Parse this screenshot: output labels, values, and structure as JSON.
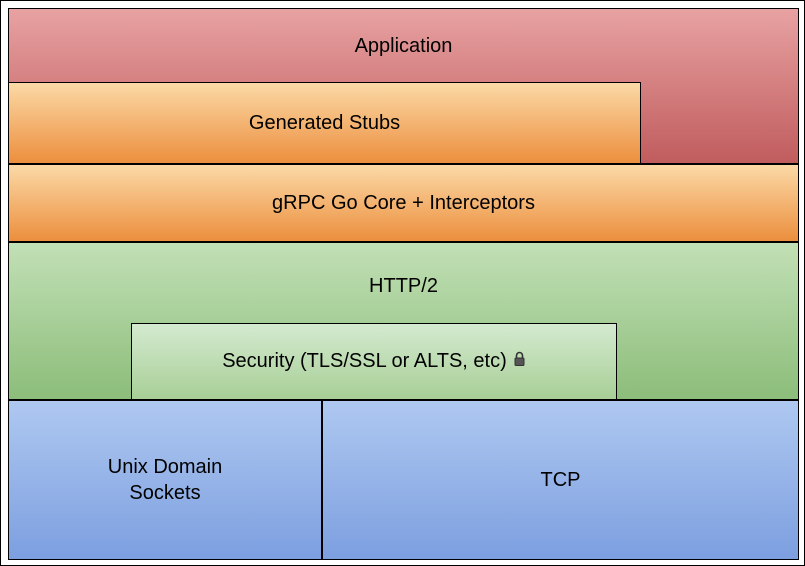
{
  "diagram": {
    "layers": {
      "application": {
        "label": "Application"
      },
      "generated_stubs": {
        "label": "Generated Stubs"
      },
      "grpc_core": {
        "label": "gRPC Go Core + Interceptors"
      },
      "http2": {
        "label": "HTTP/2"
      },
      "security": {
        "label": "Security (TLS/SSL or ALTS, etc)",
        "icon": "lock-icon"
      },
      "unix_domain_sockets": {
        "label": "Unix Domain Sockets"
      },
      "tcp": {
        "label": "TCP"
      }
    },
    "colors": {
      "border": "#000000",
      "red_top": "#e8a2a2",
      "red_bottom": "#c05c5e",
      "orange_top": "#fbd9a6",
      "orange_bottom": "#ec8f3e",
      "green_top": "#c2e0b6",
      "green_bottom": "#8cbd7a",
      "green_light_top": "#d4ead0",
      "green_light_bottom": "#a8cf96",
      "blue_top": "#aec8f0",
      "blue_bottom": "#7d9fe0"
    }
  }
}
